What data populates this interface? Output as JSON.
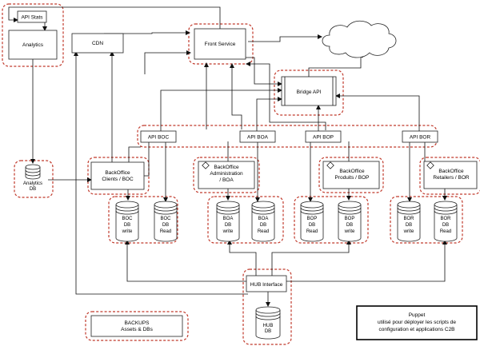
{
  "nodes": {
    "api_stats": "API Stats",
    "analytics": "Analytics",
    "cdn": "CDN",
    "front_service": "Front Service",
    "bridge_api": "Bridge API",
    "api_boc": "API BOC",
    "api_boa": "API BOA",
    "api_bop": "API BOP",
    "api_bor": "API BOR",
    "analytics_db": [
      "Analytics",
      "DB"
    ],
    "backoffice_clients": [
      "BackOffice",
      "Clients / BOC"
    ],
    "backoffice_admin": [
      "BackOffice",
      "Administration",
      "/ BOA"
    ],
    "backoffice_produits": [
      "BackOffice",
      "Produits / BOP"
    ],
    "backoffice_retailers": [
      "BackOffice",
      "Retailers / BOR"
    ],
    "boc_db_write": [
      "BOC",
      "DB",
      "write"
    ],
    "boc_db_read": [
      "BOC",
      "DB",
      "Read"
    ],
    "boa_db_write": [
      "BOA",
      "DB",
      "write"
    ],
    "boa_db_read": [
      "BOA",
      "DB",
      "Read"
    ],
    "bop_db_read": [
      "BOP",
      "DB",
      "Read"
    ],
    "bop_db_write": [
      "BOP",
      "DB",
      "write"
    ],
    "bor_db_write": [
      "BOR",
      "DB",
      "write"
    ],
    "bor_db_read": [
      "BOR",
      "DB",
      "Read"
    ],
    "hub_interface": "HUB Interface",
    "hub_db": [
      "HUB",
      "DB"
    ],
    "backups": [
      "BACKUPS",
      "Assets & DBs"
    ],
    "puppet": [
      "Puppet",
      "utilisé pour déployer les scripts de",
      "configuration et applications C2B"
    ]
  }
}
